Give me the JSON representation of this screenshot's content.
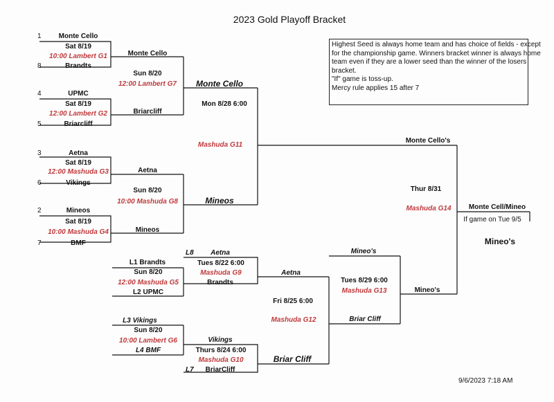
{
  "title": "2023 Gold Playoff Bracket",
  "notes": [
    "Highest Seed is always home team and has choice of fields - except",
    "for the championship game. Winners bracket winner is always home",
    "team even if they are a lower seed than the winner of the losers",
    "bracket.",
    "\"If\" game is toss-up.",
    "Mercy rule applies 15 after 7"
  ],
  "seeds": {
    "s1": "1",
    "s8": "8",
    "s4": "4",
    "s5": "5",
    "s3": "3",
    "s6": "6",
    "s2": "2",
    "s7": "7"
  },
  "r1": {
    "g1": {
      "top": "Monte Cello",
      "date": "Sat 8/19",
      "game": "10:00 Lambert G1",
      "bottom": "Brandts"
    },
    "g2": {
      "top": "UPMC",
      "date": "Sat 8/19",
      "game": "12:00 Lambert G2",
      "bottom": "Briarcliff"
    },
    "g3": {
      "top": "Aetna",
      "date": "Sat 8/19",
      "game": "12:00 Mashuda G3",
      "bottom": "Vikings"
    },
    "g4": {
      "top": "Mineos",
      "date": "Sat 8/19",
      "game": "10:00 Mashuda G4",
      "bottom": "BMF"
    }
  },
  "r2": {
    "g7": {
      "top": "Monte Cello",
      "date": "Sun 8/20",
      "game": "12:00 Lambert G7",
      "bottom": "Briarcliff"
    },
    "g8": {
      "top": "Aetna",
      "date": "Sun 8/20",
      "game": "10:00 Mashuda G8",
      "bottom": "Mineos"
    }
  },
  "r3": {
    "top": "Monte Cello",
    "date": "Mon 8/28 6:00",
    "game": "Mashuda G11",
    "bottom": "Mineos"
  },
  "final": {
    "winner": "Monte Cello's",
    "date": "Thur 8/31",
    "game": "Mashuda G14",
    "bottom": "Mineo's"
  },
  "champ": {
    "label": "Monte Cell/Mineo",
    "if_game": "If game on Tue 9/5",
    "winner": "Mineo's"
  },
  "losers": {
    "g5": {
      "top": "L1 Brandts",
      "date": "Sun 8/20",
      "game": "12:00 Mashuda G5",
      "bottom": "L2 UPMC"
    },
    "g6": {
      "top": "L3 Vikings",
      "date": "Sun  8/20",
      "game": "10:00 Lambert G6",
      "bottom": "L4 BMF"
    },
    "g9": {
      "tag": "L8",
      "top": "Aetna",
      "date": "Tues 8/22 6:00",
      "game": "Mashuda G9",
      "bottom": "Brandts"
    },
    "g10": {
      "tag": "L7",
      "top": "Vikings",
      "date": "Thurs 8/24 6:00",
      "game": "Mashuda G10",
      "bottom": "BriarCliff"
    },
    "g12": {
      "top": "Aetna",
      "date": "Fri 8/25 6:00",
      "game": "Mashuda G12",
      "bottom": "Briar Cliff"
    },
    "g13": {
      "top": "Mineo's",
      "date": "Tues 8/29 6:00",
      "game": "Mashuda G13",
      "bottom": "Briar Cliff"
    }
  },
  "timestamp": "9/6/2023 7:18 AM"
}
